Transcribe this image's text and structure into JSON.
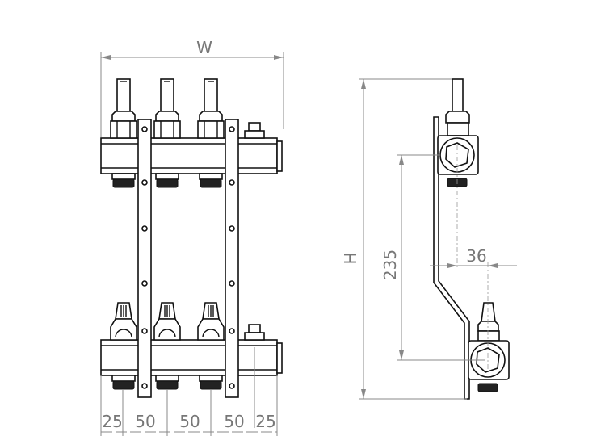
{
  "dimensions": {
    "width_label": "W",
    "height_label": "H",
    "axis_distance": "235",
    "offset": "36",
    "spacing": [
      "25",
      "50",
      "50",
      "50",
      "25"
    ]
  },
  "colors": {
    "line": "#111111",
    "dimension": "#888888"
  }
}
